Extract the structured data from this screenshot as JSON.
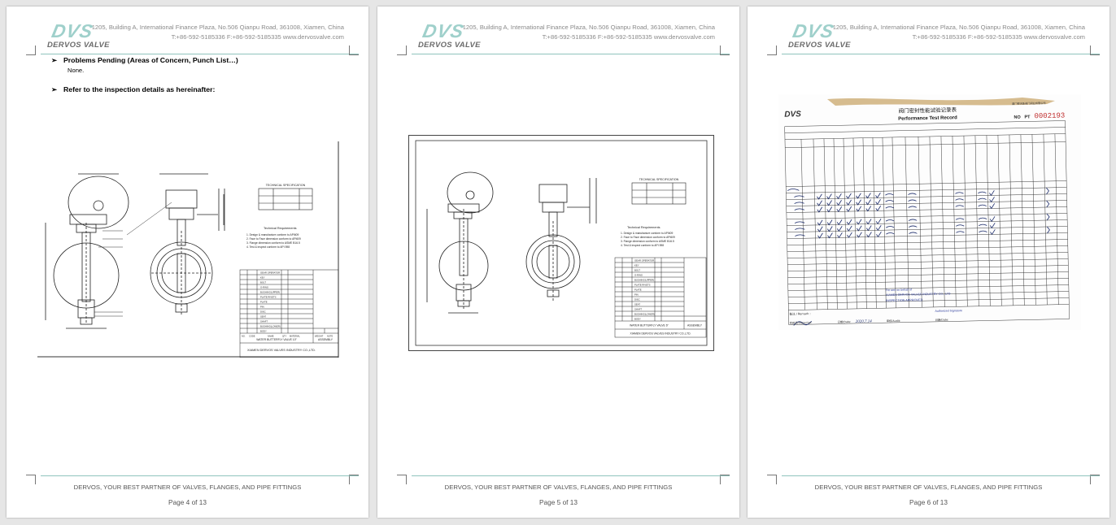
{
  "header": {
    "logo_mark": "DVS",
    "logo_text": "DERVOS VALVE",
    "address": "1205, Building A, International Finance Plaza, No.506 Qianpu Road, 361008, Xiamen, China",
    "contact": "T:+86-592-5185336   F:+86-592-5185335   www.dervosvalve.com"
  },
  "footer": {
    "slogan": "DERVOS, YOUR BEST PARTNER OF VALVES, FLANGES, AND PIPE FITTINGS"
  },
  "pages": [
    {
      "label": "Page 4 of 13"
    },
    {
      "label": "Page 5 of 13"
    },
    {
      "label": "Page 6 of 13"
    }
  ],
  "page4": {
    "bullet_mark": "➢",
    "bullet1": "Problems Pending (Areas of Concern, Punch List…)",
    "none": "None.",
    "bullet2": "Refer to the inspection details as hereinafter:"
  },
  "drawing": {
    "spec_title": "TECHNICAL SPECIFICATION",
    "req_title": "Technical Requirements",
    "requirements": [
      "1. Design & manufacture conform to API609",
      "2. Face to Face dimension conform to API609",
      "3. Flange dimension conform to ASME B16.5",
      "4. Test & inspect conform to API 598"
    ],
    "title_block": "WATER BUTTERFLY VALVE 10\"",
    "title_block_5": "WATER BUTTERFLY VALVE 6\"",
    "assembly": "ASSEMBLY",
    "company": "XIAMEN DERVOS VALVES INDUSTRY CO.,LTD.",
    "bom_header": [
      "NO.",
      "CODE",
      "NAME",
      "QTY",
      "MATERIAL",
      "WEIGHT",
      "NOTE"
    ],
    "bom_names": [
      "GEAR OPERATOR",
      "KEY",
      "BOLT",
      "O-RING",
      "BUSHING(UPPER)",
      "PLATE RIVETS",
      "PLATE",
      "PIN",
      "DISC",
      "SEAT",
      "SHAFT",
      "BUSHING(LOWER)",
      "BODY"
    ]
  },
  "record": {
    "logo": "DVS",
    "title_cn": "阀门密封性能试验记录表",
    "title_en": "Performance Test Record",
    "company_cn": "厦门德沃斯阀门阀业有限公司",
    "no_label": "NO",
    "pt_label": "PT",
    "number": "0002193",
    "stamp1": "For and on behalf of",
    "stamp2": "XIAMEN DERVOS VALVES INDUSTRY CO., LTD",
    "stamp3": "INSPECTION APPROVED",
    "remark": "备注 / Remark :",
    "inspector": "检验员/Inspector:",
    "date_label": "日期/Date:",
    "date_value": "2020.7.14",
    "auditor": "审核/Audit:",
    "date2": "日期/Date:",
    "signature": "Authorized Signature"
  }
}
